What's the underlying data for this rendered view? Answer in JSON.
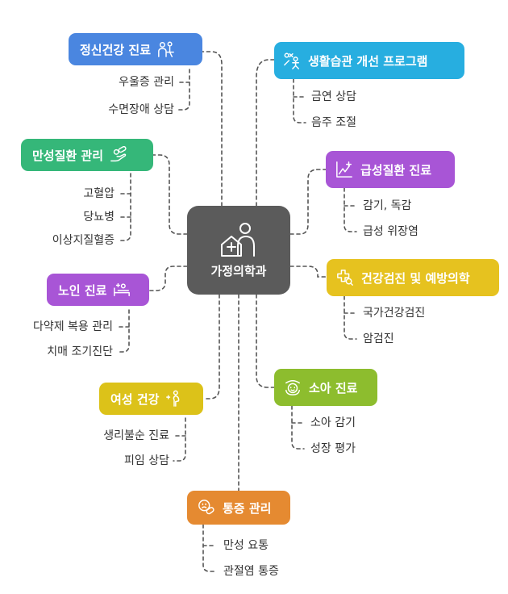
{
  "center": {
    "label": "가정의학과",
    "icon": "home-health-person-icon"
  },
  "colors": {
    "blue": "#4a86e0",
    "green": "#35b779",
    "purple": "#a855d6",
    "yellow": "#e6c21f",
    "cyan": "#27aee0",
    "violet": "#a855d6",
    "gold": "#dcc219",
    "lime": "#8dbd2e",
    "orange": "#e58a31",
    "line": "#555555"
  },
  "nodes": [
    {
      "key": "mental",
      "label": "정신건강 진료",
      "icon": "counseling-icon",
      "items": [
        "우울증 관리",
        "수면장애 상담"
      ]
    },
    {
      "key": "chronic",
      "label": "만성질환 관리",
      "icon": "pill-hand-icon",
      "items": [
        "고혈압",
        "당뇨병",
        "이상지질혈증"
      ]
    },
    {
      "key": "elderly",
      "label": "노인 진료",
      "icon": "hospital-bed-icon",
      "items": [
        "다약제 복용 관리",
        "치매 조기진단"
      ]
    },
    {
      "key": "women",
      "label": "여성 건강",
      "icon": "pregnant-woman-icon",
      "items": [
        "생리불순 진료",
        "피임 상담"
      ]
    },
    {
      "key": "pain",
      "label": "통증 관리",
      "icon": "pain-pill-icon",
      "items": [
        "만성 요통",
        "관절염 통증"
      ]
    },
    {
      "key": "lifestyle",
      "label": "생활습관 개선 프로그램",
      "icon": "lifestyle-icon",
      "items": [
        "금연 상담",
        "음주 조절"
      ]
    },
    {
      "key": "acute",
      "label": "급성질환 진료",
      "icon": "chart-cross-icon",
      "items": [
        "감기, 독감",
        "급성 위장염"
      ]
    },
    {
      "key": "checkup",
      "label": "건강검진 및 예방의학",
      "icon": "checkup-search-icon",
      "items": [
        "국가건강검진",
        "암검진"
      ]
    },
    {
      "key": "pediatric",
      "label": "소아 진료",
      "icon": "baby-icon",
      "items": [
        "소아 감기",
        "성장 평가"
      ]
    }
  ]
}
